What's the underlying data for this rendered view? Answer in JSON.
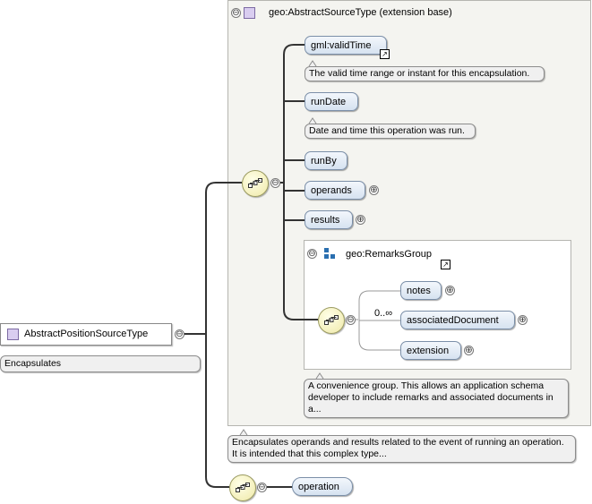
{
  "root": {
    "name": "AbstractPositionSourceType",
    "doc": "Encapsulates"
  },
  "extension": {
    "title": "geo:AbstractSourceType (extension base)"
  },
  "elements": [
    {
      "name": "gml:validTime",
      "doc": "The valid time range or instant for this encapsulation."
    },
    {
      "name": "runDate",
      "doc": "Date and time this operation was run."
    },
    {
      "name": "runBy"
    },
    {
      "name": "operands"
    },
    {
      "name": "results"
    }
  ],
  "remarks_group": {
    "title": "geo:RemarksGroup",
    "occurrence": "0..∞",
    "items": [
      "notes",
      "associatedDocument",
      "extension"
    ],
    "doc": "A convenience group. This allows an application schema developer to include remarks and associated documents in a..."
  },
  "extension_doc": "Encapsulates operands and results related to the event of running an operation. It is intended that this complex type...",
  "operation": {
    "name": "operation"
  },
  "symbols": {
    "collapse": "⊖",
    "expand": "⊕"
  },
  "icons": [
    "type-icon",
    "sequence-icon",
    "group-icon",
    "link-arrow-icon"
  ],
  "colors": {
    "element_fill": "#d6e2f0",
    "sequence_fill": "#efe9a8",
    "type_icon": "#d9cdf0",
    "group_icon": "#2a6fb0"
  }
}
